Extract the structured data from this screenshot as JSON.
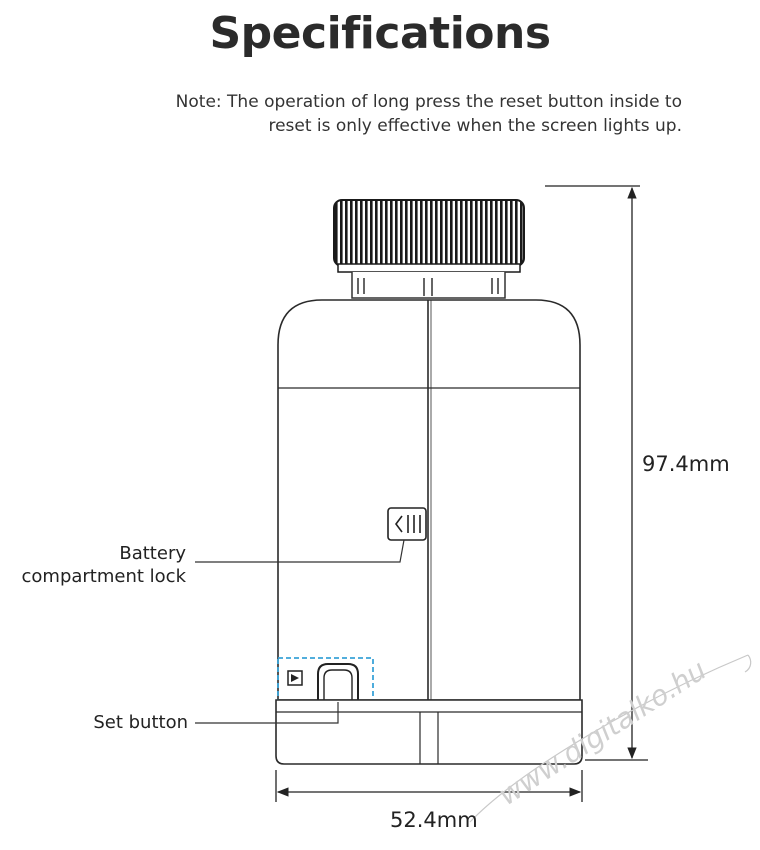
{
  "title": "Specifications",
  "note": {
    "line1": "Note: The operation of long press the reset button inside to",
    "line2": "reset is only effective when the screen lights up."
  },
  "labels": {
    "battery_lock_line1": "Battery",
    "battery_lock_line2": "compartment lock",
    "set_button": "Set button"
  },
  "dimensions": {
    "height": "97.4mm",
    "width": "52.4mm"
  },
  "watermark": "www.digitalko.hu"
}
